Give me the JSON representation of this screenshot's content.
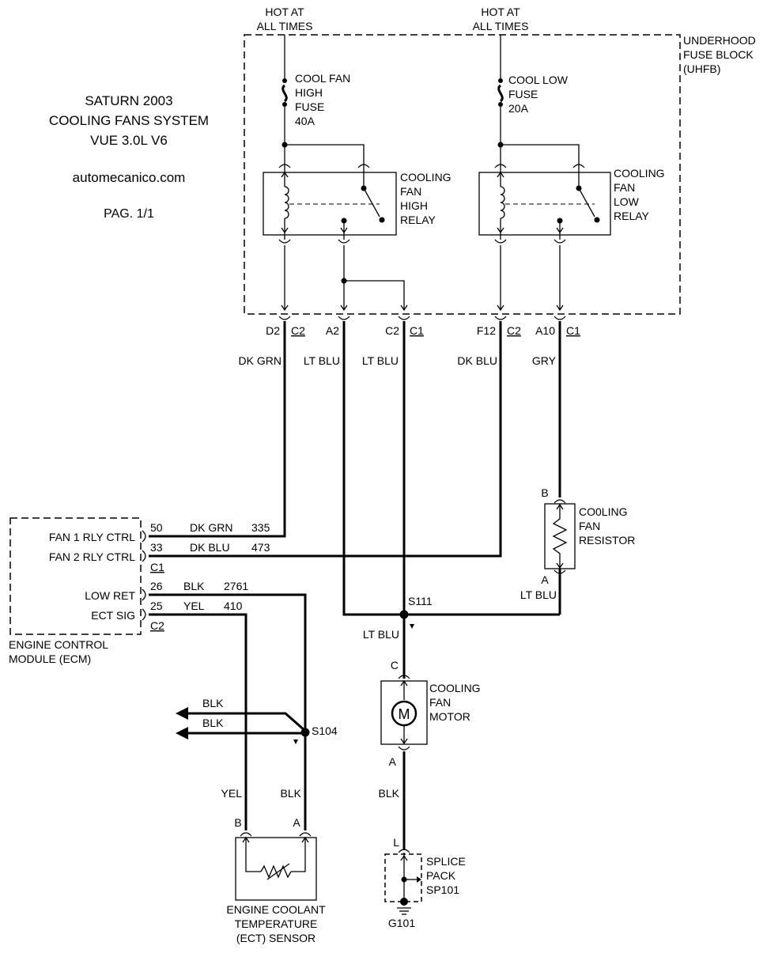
{
  "title": {
    "make_year": "SATURN 2003",
    "system": "COOLING FANS SYSTEM",
    "model": "VUE 3.0L V6",
    "website": "automecanico.com",
    "page": "PAG. 1/1"
  },
  "power": {
    "left_l1": "HOT AT",
    "left_l2": "ALL TIMES",
    "right_l1": "HOT AT",
    "right_l2": "ALL TIMES"
  },
  "uhfb": {
    "l1": "UNDERHOOD",
    "l2": "FUSE BLOCK",
    "l3": "(UHFB)"
  },
  "fuse_high": {
    "l1": "COOL FAN",
    "l2": "HIGH",
    "l3": "FUSE",
    "l4": "40A"
  },
  "fuse_low": {
    "l1": "COOL LOW",
    "l2": "FUSE",
    "l3": "20A"
  },
  "relay_high": {
    "l1": "COOLING",
    "l2": "FAN",
    "l3": "HIGH",
    "l4": "RELAY"
  },
  "relay_low": {
    "l1": "COOLING",
    "l2": "FAN",
    "l3": "LOW",
    "l4": "RELAY"
  },
  "uhfb_pins": {
    "d2": "D2",
    "d2_conn": "C2",
    "a2": "A2",
    "c2": "C2",
    "c2_conn": "C1",
    "f12": "F12",
    "f12_conn": "C2",
    "a10": "A10",
    "a10_conn": "C1"
  },
  "wire_colors": {
    "dk_grn": "DK GRN",
    "lt_blu_1": "LT BLU",
    "lt_blu_2": "LT BLU",
    "dk_blu": "DK BLU",
    "gry": "GRY"
  },
  "ecm": {
    "fan1": "FAN 1 RLY CTRL",
    "fan2": "FAN 2 RLY CTRL",
    "conn_c1": "C1",
    "low_ret": "LOW RET",
    "ect_sig": "ECT SIG",
    "conn_c2": "C2",
    "name_l1": "ENGINE CONTROL",
    "name_l2": "MODULE (ECM)"
  },
  "ecm_circuits": {
    "pin50": "50",
    "pin50_color": "DK GRN",
    "pin50_circuit": "335",
    "pin33": "33",
    "pin33_color": "DK BLU",
    "pin33_circuit": "473",
    "pin26": "26",
    "pin26_color": "BLK",
    "pin26_circuit": "2761",
    "pin25": "25",
    "pin25_color": "YEL",
    "pin25_circuit": "410"
  },
  "resistor": {
    "pin_b": "B",
    "l1": "CO0LING",
    "l2": "FAN",
    "l3": "RESISTOR",
    "pin_a": "A",
    "wire_color": "LT BLU"
  },
  "s111": {
    "label": "S111",
    "wire_color": "LT BLU"
  },
  "motor": {
    "pin_c": "C",
    "l1": "COOLING",
    "l2": "FAN",
    "l3": "MOTOR",
    "symbol": "M",
    "pin_a": "A",
    "wire_color": "BLK"
  },
  "s104": {
    "label": "S104",
    "wire_upper": "BLK",
    "wire_lower": "BLK"
  },
  "ect": {
    "wire_yel": "YEL",
    "wire_blk": "BLK",
    "pin_b": "B",
    "pin_a": "A",
    "l1": "ENGINE COOLANT",
    "l2": "TEMPERATURE",
    "l3": "(ECT) SENSOR"
  },
  "splice_pack": {
    "pin_l": "L",
    "l1": "SPLICE",
    "l2": "PACK",
    "l3": "SP101"
  },
  "ground": {
    "label": "G101"
  }
}
